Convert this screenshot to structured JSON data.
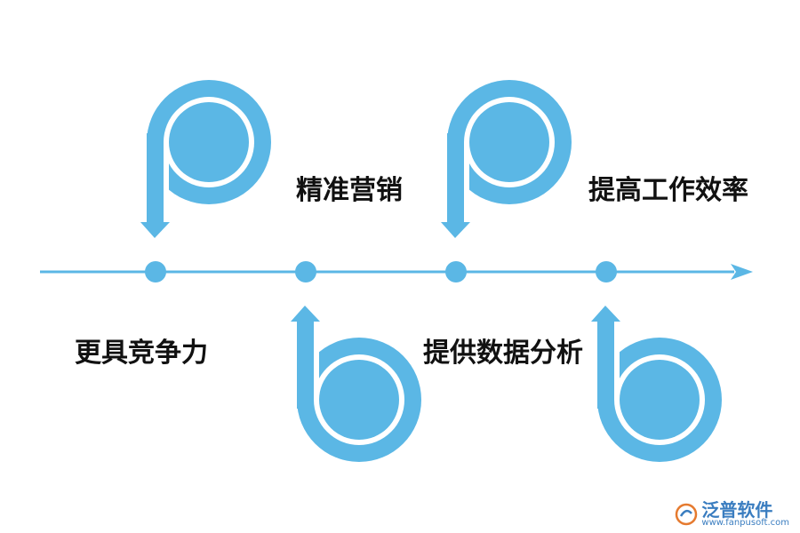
{
  "colors": {
    "accent": "#5bb7e5",
    "text": "#111111",
    "brand": "#3a7dc0"
  },
  "labels": {
    "top_1": "精准营销",
    "top_2": "提高工作效率",
    "bottom_1": "更具竞争力",
    "bottom_2": "提供数据分析"
  },
  "watermark": {
    "name": "泛普软件",
    "url": "www.fanpusoft.com",
    "icon": "fanpu-logo-icon"
  }
}
